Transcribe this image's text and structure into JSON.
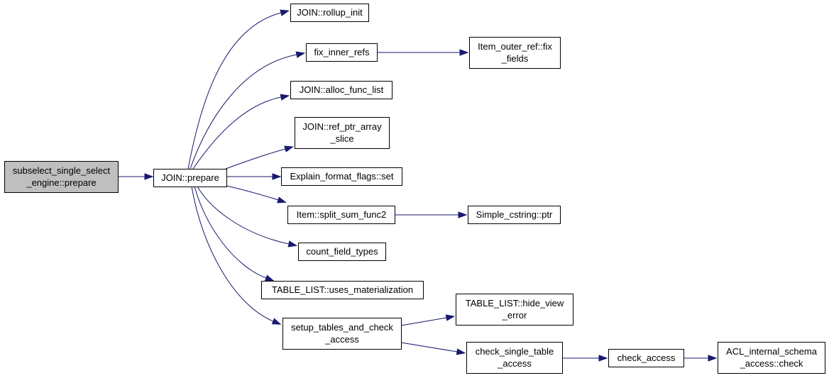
{
  "colors": {
    "edge": "#191970",
    "node_fill": "#ffffff",
    "root_fill": "#bfbfbf",
    "border": "#000000"
  },
  "nodes": [
    {
      "id": "root",
      "lines": [
        "subselect_single_select",
        "_engine::prepare"
      ],
      "highlighted": true
    },
    {
      "id": "join_prepare",
      "lines": [
        "JOIN::prepare"
      ]
    },
    {
      "id": "rollup_init",
      "lines": [
        "JOIN::rollup_init"
      ]
    },
    {
      "id": "fix_inner_refs",
      "lines": [
        "fix_inner_refs"
      ]
    },
    {
      "id": "item_outer_ref_fix_fields",
      "lines": [
        "Item_outer_ref::fix",
        "_fields"
      ]
    },
    {
      "id": "alloc_func_list",
      "lines": [
        "JOIN::alloc_func_list"
      ]
    },
    {
      "id": "ref_ptr_array_slice",
      "lines": [
        "JOIN::ref_ptr_array",
        "_slice"
      ]
    },
    {
      "id": "explain_format_flags_set",
      "lines": [
        "Explain_format_flags::set"
      ]
    },
    {
      "id": "split_sum_func2",
      "lines": [
        "Item::split_sum_func2"
      ]
    },
    {
      "id": "simple_cstring_ptr",
      "lines": [
        "Simple_cstring::ptr"
      ]
    },
    {
      "id": "count_field_types",
      "lines": [
        "count_field_types"
      ]
    },
    {
      "id": "uses_materialization",
      "lines": [
        "TABLE_LIST::uses_materialization"
      ]
    },
    {
      "id": "setup_tables_and_check_access",
      "lines": [
        "setup_tables_and_check",
        "_access"
      ]
    },
    {
      "id": "hide_view_error",
      "lines": [
        "TABLE_LIST::hide_view",
        "_error"
      ]
    },
    {
      "id": "check_single_table_access",
      "lines": [
        "check_single_table",
        "_access"
      ]
    },
    {
      "id": "check_access",
      "lines": [
        "check_access"
      ]
    },
    {
      "id": "acl_internal_schema_access_check",
      "lines": [
        "ACL_internal_schema",
        "_access::check"
      ]
    }
  ],
  "edges": [
    {
      "from": "root",
      "to": "join_prepare"
    },
    {
      "from": "join_prepare",
      "to": "rollup_init"
    },
    {
      "from": "join_prepare",
      "to": "fix_inner_refs"
    },
    {
      "from": "join_prepare",
      "to": "alloc_func_list"
    },
    {
      "from": "join_prepare",
      "to": "ref_ptr_array_slice"
    },
    {
      "from": "join_prepare",
      "to": "explain_format_flags_set"
    },
    {
      "from": "join_prepare",
      "to": "split_sum_func2"
    },
    {
      "from": "join_prepare",
      "to": "count_field_types"
    },
    {
      "from": "join_prepare",
      "to": "uses_materialization"
    },
    {
      "from": "join_prepare",
      "to": "setup_tables_and_check_access"
    },
    {
      "from": "fix_inner_refs",
      "to": "item_outer_ref_fix_fields"
    },
    {
      "from": "split_sum_func2",
      "to": "simple_cstring_ptr"
    },
    {
      "from": "setup_tables_and_check_access",
      "to": "hide_view_error"
    },
    {
      "from": "setup_tables_and_check_access",
      "to": "check_single_table_access"
    },
    {
      "from": "check_single_table_access",
      "to": "check_access"
    },
    {
      "from": "check_access",
      "to": "acl_internal_schema_access_check"
    }
  ]
}
